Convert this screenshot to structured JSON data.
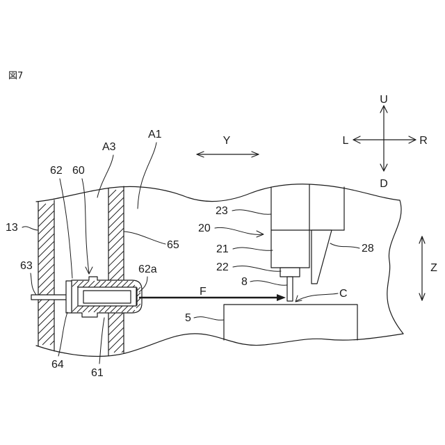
{
  "figure_label": "図7",
  "directions": {
    "up": "U",
    "down": "D",
    "left": "L",
    "right": "R",
    "y_axis": "Y",
    "z_axis": "Z"
  },
  "callouts": {
    "ref_13": "13",
    "ref_63": "63",
    "ref_62": "62",
    "ref_60": "60",
    "ref_A3": "A3",
    "ref_A1": "A1",
    "ref_65": "65",
    "ref_62a": "62a",
    "ref_F": "F",
    "ref_23": "23",
    "ref_20": "20",
    "ref_21": "21",
    "ref_22": "22",
    "ref_8": "8",
    "ref_28": "28",
    "ref_C": "C",
    "ref_5": "5",
    "ref_64": "64",
    "ref_61": "61"
  }
}
